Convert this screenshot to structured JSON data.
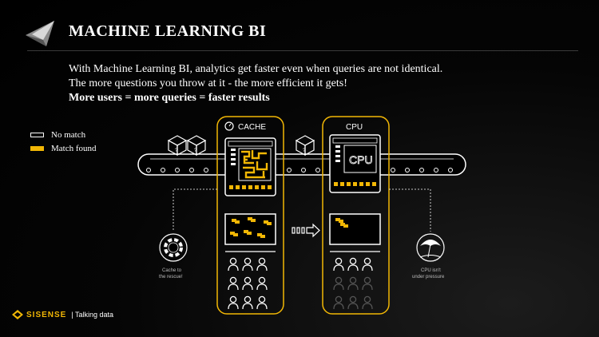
{
  "slide": {
    "title": "MACHINE LEARNING BI",
    "intro_line1": "With Machine Learning BI, analytics get faster even when queries are not identical.",
    "intro_line2": "The more questions you throw at it - the more efficient it gets!",
    "intro_line3": "More users = more queries = faster results"
  },
  "legend": {
    "no_match": "No match",
    "match_found": "Match found"
  },
  "diagram": {
    "cache_label": "CACHE",
    "cpu_label": "CPU",
    "cpu_chip_text": "CPU",
    "cache_caption_line1": "Cache to",
    "cache_caption_line2": "the rescue!",
    "cpu_caption_line1": "CPU isn't",
    "cpu_caption_line2": "under pressure"
  },
  "footer": {
    "brand": "SISENSE",
    "tagline": "| Talking data"
  },
  "colors": {
    "accent": "#f2b705",
    "background": "#000000",
    "text": "#ffffff"
  }
}
